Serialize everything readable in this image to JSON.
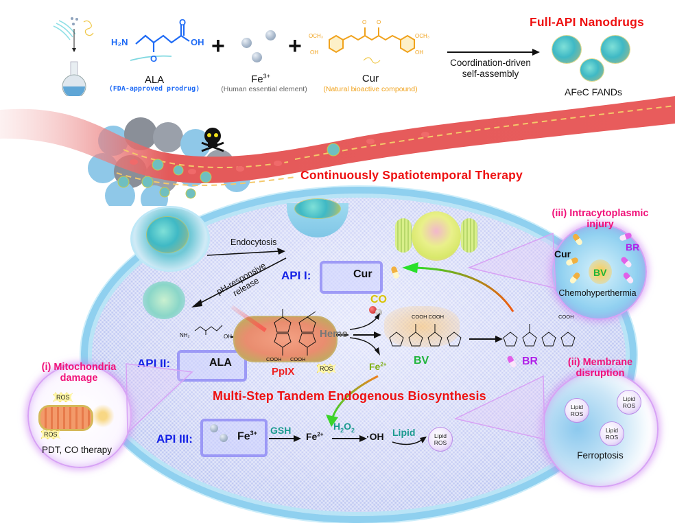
{
  "top": {
    "flask_icon": "round-bottom-flask",
    "ala": {
      "formula_h2n": "H₂N",
      "formula_oh": "OH",
      "formula_o": "O",
      "name": "ALA",
      "subtitle": "(FDA-approved prodrug)",
      "color": "#1f6bf5"
    },
    "fe": {
      "name": "Fe",
      "charge": "3+",
      "subtitle": "(Human essential element)"
    },
    "cur": {
      "name": "Cur",
      "subtitle": "(Natural bioactive compound)",
      "och3_left": "OCH₃",
      "oh_left": "OH",
      "och3_right": "OCH₃",
      "oh_right": "OH",
      "o1": "O",
      "o2": "O",
      "color": "#f0a21c"
    },
    "plus": "+",
    "process": {
      "line1": "Coordination-driven",
      "line2": "self-assembly"
    },
    "product_title": "Full-API Nanodrugs",
    "product_name": "AFeC FANDs"
  },
  "headings": {
    "therapy": "Continuously Spatiotemporal Therapy",
    "biosynthesis": "Multi-Step Tandem Endogenous Biosynthesis"
  },
  "cell": {
    "endocytosis": "Endocytosis",
    "release_line1": "pH-responsive",
    "release_line2": "release",
    "api1": {
      "label": "API I:",
      "value": "Cur"
    },
    "api2": {
      "label": "API II:",
      "value": "ALA"
    },
    "api3": {
      "label": "API III:",
      "value_base": "Fe",
      "value_charge": "3+"
    },
    "pathway": {
      "ala_small_h2n": "NH₂",
      "ala_small_oh": "OH",
      "pp_ix": "PpIX",
      "pp_cooh1": "COOH",
      "pp_cooh2": "COOH",
      "ros": "ROS",
      "heme": "Heme",
      "co": "CO",
      "fe2_base": "Fe",
      "fe2_charge": "2+",
      "bv": "BV",
      "bv_cooh": "COOH COOH",
      "br": "BR",
      "br_cooh": "COOH"
    },
    "fenton": {
      "gsh": "GSH",
      "fe2_base": "Fe",
      "fe2_charge": "2+",
      "h2o2_h": "H",
      "h2o2_2a": "2",
      "h2o2_o": "O",
      "h2o2_2b": "2",
      "oh_radical": "·OH",
      "lipid": "Lipid",
      "lipid_ros_1": "Lipid",
      "lipid_ros_2": "ROS"
    }
  },
  "insets": {
    "mitochondria": {
      "title_line1": "(i) Mitochondria",
      "title_line2": "damage",
      "ros": "ROS",
      "caption": "PDT, CO therapy"
    },
    "membrane": {
      "title_line1": "(ii) Membrane",
      "title_line2": "disruption",
      "bubble_line1": "Lipid",
      "bubble_line2": "ROS",
      "caption": "Ferroptosis"
    },
    "intracytoplasmic": {
      "title_line1": "(iii) Intracytoplasmic",
      "title_line2": "injury",
      "cur": "Cur",
      "br": "BR",
      "bv": "BV",
      "caption": "Chemohyperthermia"
    }
  },
  "colors": {
    "heading_red": "#ee1111",
    "api_blue": "#1522e6",
    "inset_pink": "#f0127a",
    "teal": "#1a9a8e",
    "bv_green": "#1fb43a",
    "br_purple": "#b020e8",
    "fe2_olive": "#7fae12",
    "co_yellow": "#d8c200",
    "heme_gray": "#777777",
    "ppix_red": "#ee2222"
  }
}
